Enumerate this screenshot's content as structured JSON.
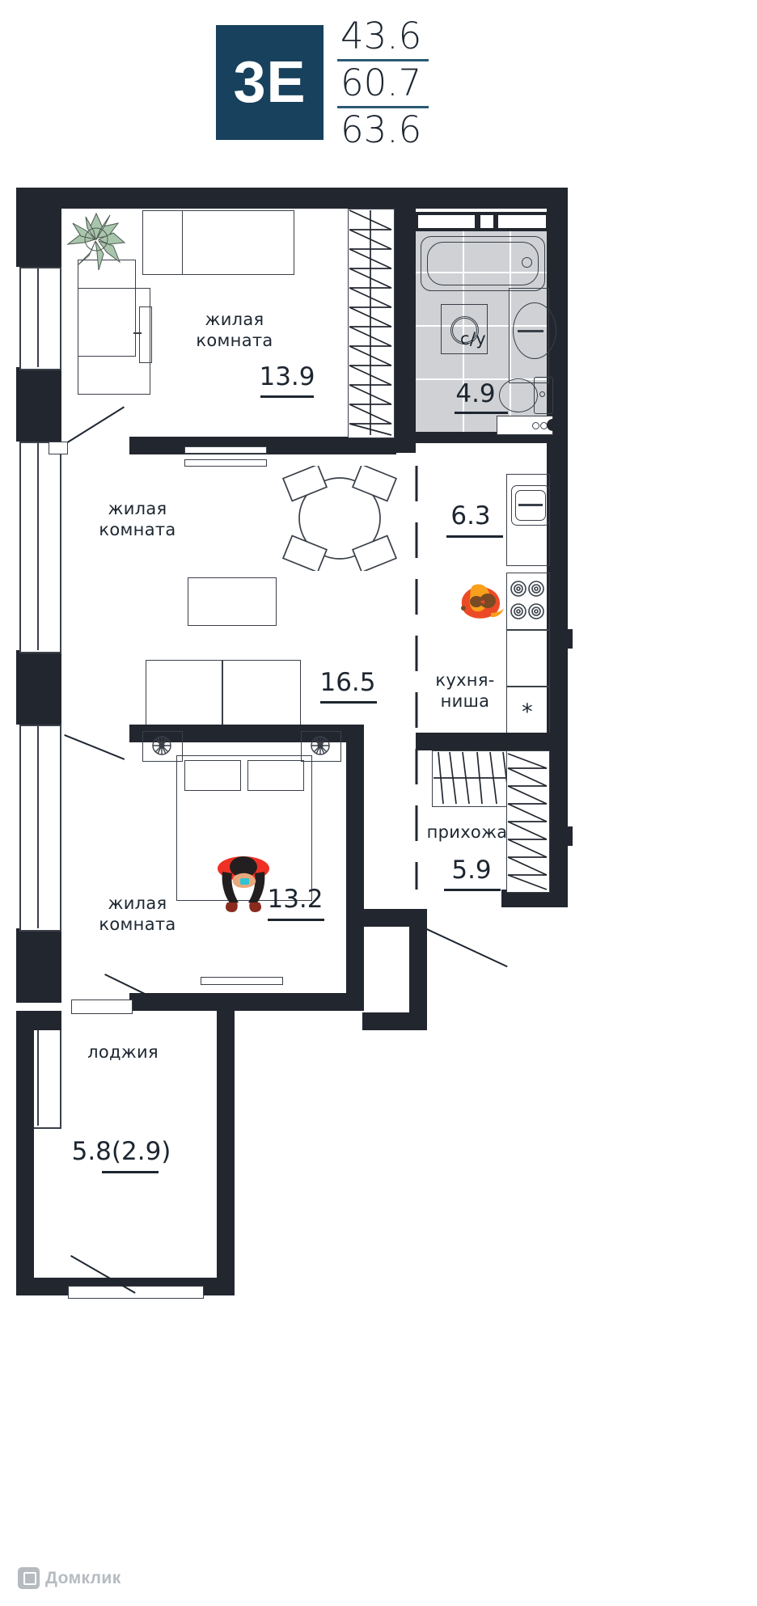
{
  "header": {
    "badge_label": "3Е",
    "areas": [
      "43.6",
      "60.7",
      "63.6"
    ],
    "badge_color": "#17415c",
    "rule_color": "#2b5a74"
  },
  "plan": {
    "rooms": [
      {
        "id": "bedroom-top",
        "name": "жилая\nкомната",
        "area": "13.9"
      },
      {
        "id": "bathroom",
        "name": "с/у",
        "area": "4.9"
      },
      {
        "id": "living-room",
        "name": "жилая\nкомната",
        "area": "16.5"
      },
      {
        "id": "kitchen-niche",
        "name": "кухня-\nниша",
        "area": "6.3"
      },
      {
        "id": "bedroom-bottom",
        "name": "жилая\nкомната",
        "area": "13.2"
      },
      {
        "id": "hallway",
        "name": "прихожая",
        "area": "5.9"
      },
      {
        "id": "loggia",
        "name": "лоджия",
        "area": "5.8(2.9)"
      }
    ],
    "markers": {
      "asterisk": "*"
    },
    "colors": {
      "wall": "#22262f",
      "furniture_stroke": "#3a4049",
      "tile_fill": "#cfd1d4",
      "plant_green": "#9cbfa4",
      "person_red": "#e8442c",
      "person_orange": "#f7931e"
    }
  },
  "watermark": {
    "text": "Домклик"
  }
}
